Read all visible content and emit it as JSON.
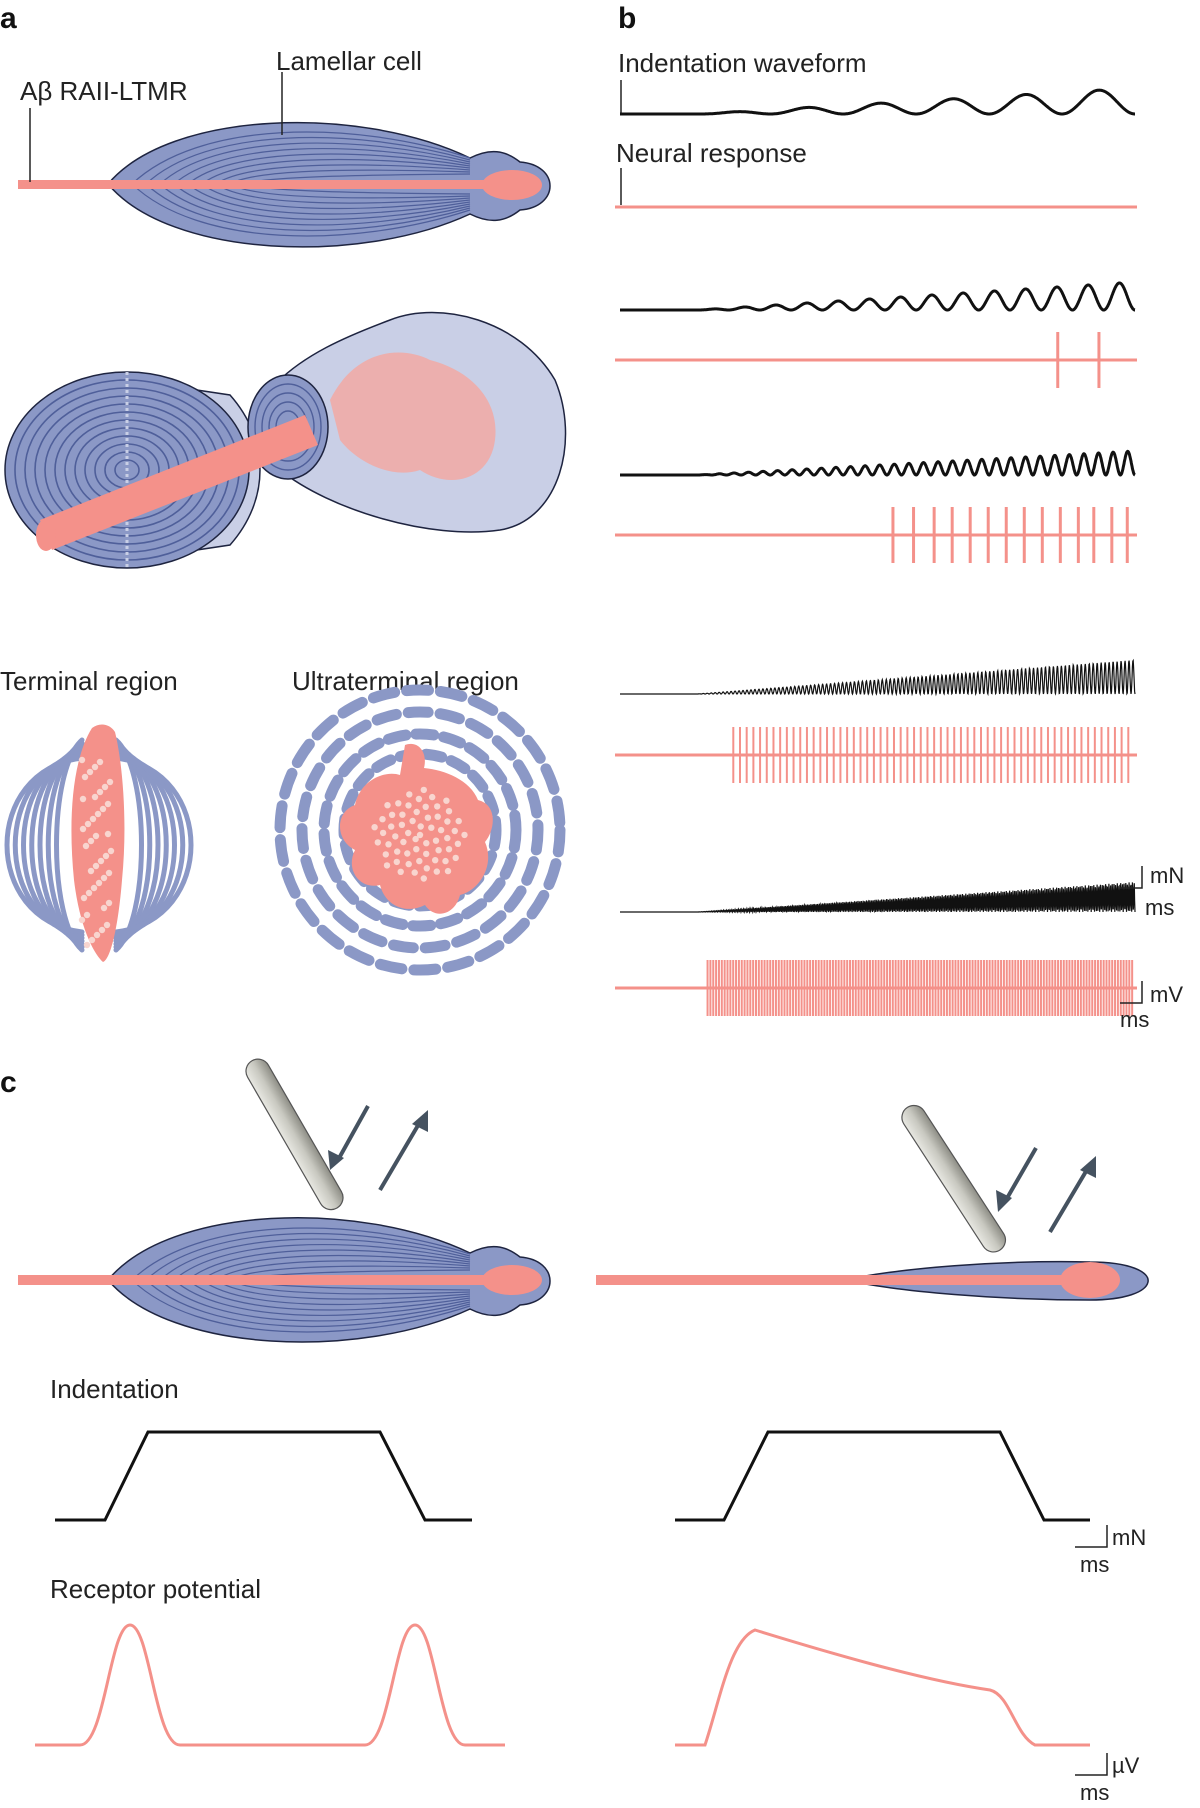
{
  "panel_a": {
    "letter": "a",
    "axon_label": "Aβ RAII-LTMR",
    "lamellar_label": "Lamellar cell",
    "terminal_label": "Terminal region",
    "ultraterminal_label": "Ultraterminal region"
  },
  "panel_b": {
    "letter": "b",
    "waveform_label": "Indentation waveform",
    "response_label": "Neural response",
    "rows": [
      {
        "wave_cycles": 6,
        "spikes": []
      },
      {
        "wave_cycles": 14,
        "spikes": [
          0.85,
          0.93
        ]
      },
      {
        "wave_cycles": 30,
        "spikes": [
          0.53,
          0.57,
          0.61,
          0.645,
          0.68,
          0.715,
          0.75,
          0.785,
          0.82,
          0.855,
          0.89,
          0.92,
          0.955,
          0.985
        ]
      },
      {
        "wave_cycles": 110,
        "spikes_start": 0.22,
        "spike_count": 60
      },
      {
        "wave_cycles": 260,
        "spikes_start": 0.17,
        "spike_count": 150
      }
    ],
    "force_unit": "mN",
    "time_unit": "ms",
    "voltage_unit": "mV"
  },
  "panel_c": {
    "letter": "c",
    "indentation_label": "Indentation",
    "receptor_label": "Receptor potential",
    "force_unit": "mN",
    "time_unit": "ms",
    "potential_unit": "µV"
  },
  "colors": {
    "axon": "#f4918a",
    "axon_light": "#f6b3ad",
    "lamella": "#8b98c6",
    "lamella_dark": "#4f5f9a",
    "lamella_light": "#c9cfe6",
    "trace": "#111111",
    "probe": "#c6c6bd",
    "arrow": "#455260"
  }
}
